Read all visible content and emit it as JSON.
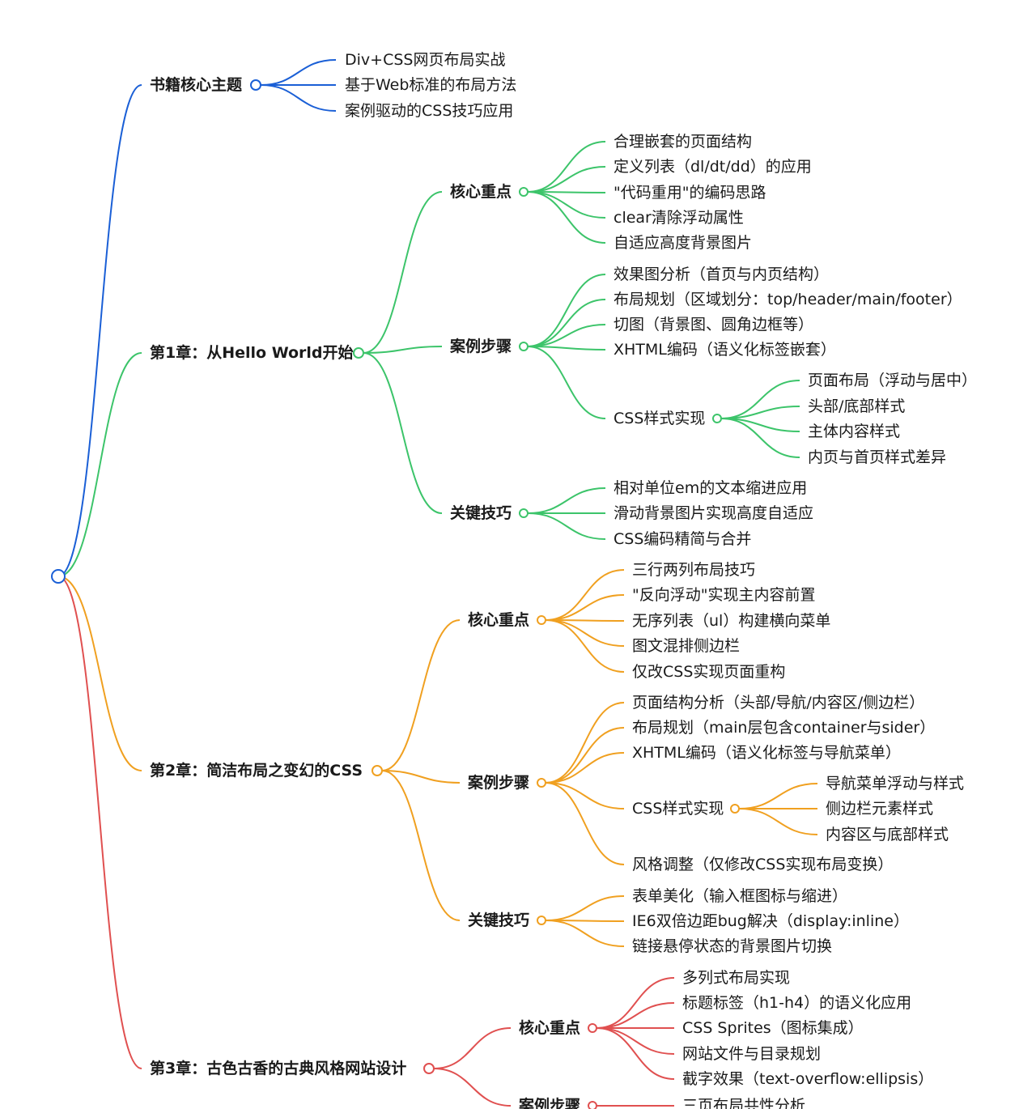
{
  "root": {
    "color": "#1a5fd6"
  },
  "intro": {
    "label": "书籍核心主题",
    "color": "#1a5fd6",
    "items": [
      "Div+CSS网页布局实战",
      "基于Web标准的布局方法",
      "案例驱动的CSS技巧应用"
    ]
  },
  "chapters": [
    {
      "label": "第1章：从Hello World开始",
      "color": "#3cc46a",
      "sections": [
        {
          "label": "核心重点",
          "items": [
            {
              "label": "合理嵌套的页面结构"
            },
            {
              "label": "定义列表（dl/dt/dd）的应用"
            },
            {
              "label": "\"代码重用\"的编码思路"
            },
            {
              "label": "clear清除浮动属性"
            },
            {
              "label": "自适应高度背景图片"
            }
          ]
        },
        {
          "label": "案例步骤",
          "items": [
            {
              "label": "效果图分析（首页与内页结构）"
            },
            {
              "label": "布局规划（区域划分：top/header/main/footer）"
            },
            {
              "label": "切图（背景图、圆角边框等）"
            },
            {
              "label": "XHTML编码（语义化标签嵌套）"
            },
            {
              "label": "CSS样式实现",
              "children": [
                "页面布局（浮动与居中）",
                "头部/底部样式",
                "主体内容样式",
                "内页与首页样式差异"
              ]
            }
          ]
        },
        {
          "label": "关键技巧",
          "items": [
            {
              "label": "相对单位em的文本缩进应用"
            },
            {
              "label": "滑动背景图片实现高度自适应"
            },
            {
              "label": "CSS编码精简与合并"
            }
          ]
        }
      ]
    },
    {
      "label": "第2章：简洁布局之变幻的CSS",
      "color": "#f0a020",
      "sections": [
        {
          "label": "核心重点",
          "items": [
            {
              "label": "三行两列布局技巧"
            },
            {
              "label": "\"反向浮动\"实现主内容前置"
            },
            {
              "label": "无序列表（ul）构建横向菜单"
            },
            {
              "label": "图文混排侧边栏"
            },
            {
              "label": "仅改CSS实现页面重构"
            }
          ]
        },
        {
          "label": "案例步骤",
          "items": [
            {
              "label": "页面结构分析（头部/导航/内容区/侧边栏）"
            },
            {
              "label": "布局规划（main层包含container与sider）"
            },
            {
              "label": "XHTML编码（语义化标签与导航菜单）"
            },
            {
              "label": "CSS样式实现",
              "children": [
                "导航菜单浮动与样式",
                "侧边栏元素样式",
                "内容区与底部样式"
              ]
            },
            {
              "label": "风格调整（仅修改CSS实现布局变换）"
            }
          ]
        },
        {
          "label": "关键技巧",
          "items": [
            {
              "label": "表单美化（输入框图标与缩进）"
            },
            {
              "label": "IE6双倍边距bug解决（display:inline）"
            },
            {
              "label": "链接悬停状态的背景图片切换"
            }
          ]
        }
      ]
    },
    {
      "label": "第3章：古色古香的古典风格网站设计",
      "color": "#e05050",
      "sections": [
        {
          "label": "核心重点",
          "items": [
            {
              "label": "多列式布局实现"
            },
            {
              "label": "标题标签（h1-h4）的语义化应用"
            },
            {
              "label": "CSS Sprites（图标集成）"
            },
            {
              "label": "网站文件与目录规划"
            },
            {
              "label": "截字效果（text-overflow:ellipsis）"
            }
          ]
        },
        {
          "label": "案例步骤",
          "items": [
            {
              "label": "三页布局共性分析"
            }
          ]
        }
      ]
    }
  ]
}
